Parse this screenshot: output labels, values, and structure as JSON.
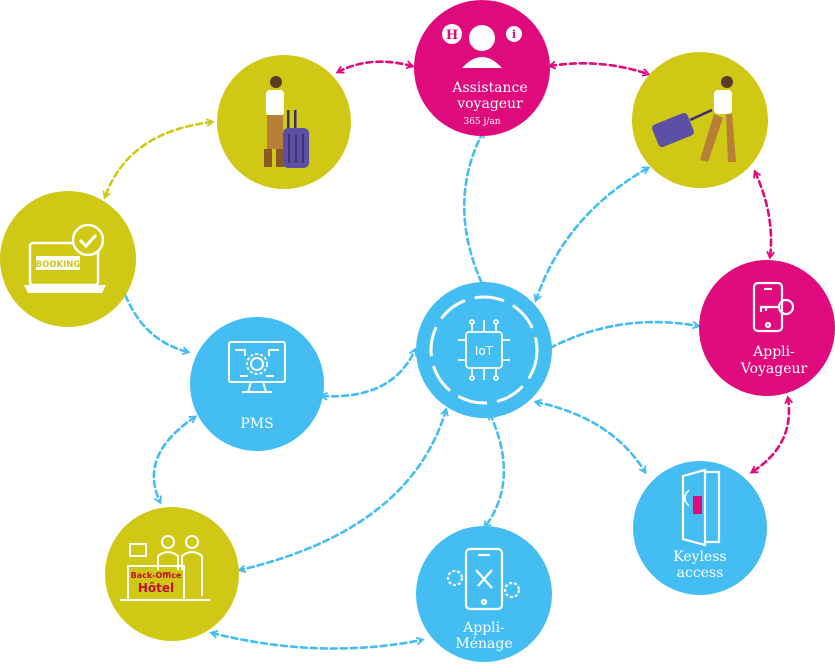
{
  "colors": {
    "olive": "#cfc814",
    "magenta": "#df0a7b",
    "blue": "#43bdf2",
    "white": "#ffffff"
  },
  "nodes": {
    "assistance": {
      "line1": "Assistance",
      "line2": "voyageur",
      "line3": "365 j/an",
      "badge_h": "H",
      "badge_i": "i"
    },
    "booking": {
      "label": "BOOKING"
    },
    "pms": {
      "label": "PMS"
    },
    "iot": {
      "label": "IoT"
    },
    "appli_voyageur": {
      "line1": "Appli-",
      "line2": "Voyageur"
    },
    "keyless": {
      "line1": "Keyless",
      "line2": "access"
    },
    "appli_menage": {
      "line1": "Appli-",
      "line2": "Ménage"
    },
    "backoffice": {
      "line1": "Back-Office",
      "line2": "Hôtel"
    }
  }
}
